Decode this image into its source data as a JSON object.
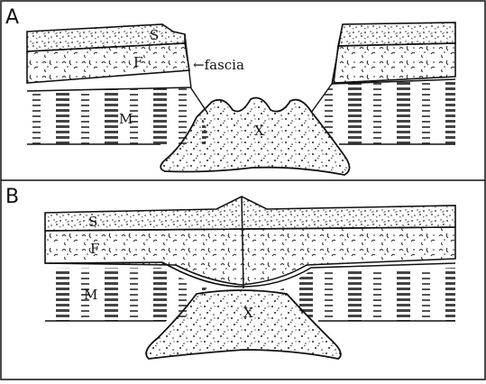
{
  "panels": [
    {
      "label": "A",
      "layer_labels": {
        "skin": "S",
        "fat": "F",
        "muscle": "M",
        "mass": "X"
      },
      "annotation": "←fascia"
    },
    {
      "label": "B",
      "layer_labels": {
        "skin": "S",
        "fat": "F",
        "muscle": "M",
        "mass": "X"
      }
    }
  ],
  "colors": {
    "ink": "#111111",
    "background": "#ffffff"
  },
  "icons": [
    "left-arrow-icon"
  ]
}
